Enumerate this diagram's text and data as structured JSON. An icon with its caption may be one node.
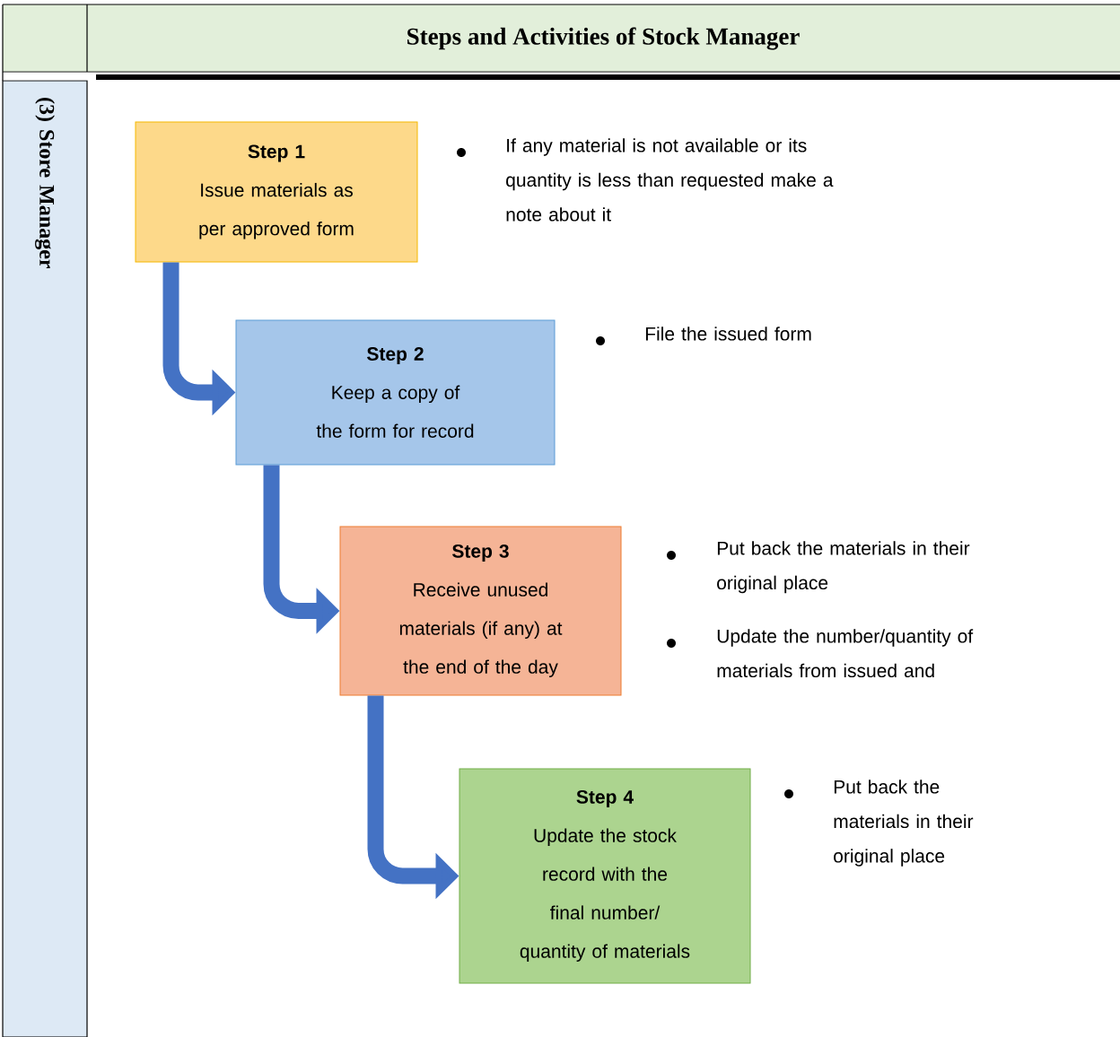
{
  "diagram": {
    "title": "Steps and Activities of Stock Manager",
    "nodes": [
      {
        "text": [
          "(3) Store Manager"
        ]
      },
      {
        "text": [
          "Step 1",
          "Issue materials as per approved form"
        ]
      },
      {
        "text": [
          "Step 2",
          "Keep a copy of the form for record"
        ]
      },
      {
        "text": [
          "Step 3",
          "Receive unused materials (if any) at the end of the day"
        ]
      },
      {
        "text": [
          "Step 4",
          "Update the stock record with the final number/ quantity of materials"
        ]
      }
    ],
    "edges": [
      {
        "from": 1,
        "to": 2,
        "arrow": "to"
      },
      {
        "from": 2,
        "to": 3,
        "arrow": "to"
      },
      {
        "from": 3,
        "to": 4,
        "arrow": "to"
      }
    ],
    "labels": [
      "If any material is not available or its quantity is less than requested make a note about it",
      "File the issued form",
      "Put back the materials in their original place",
      "Update the number/quantity of materials from issued and",
      "Put back the materials in their original place"
    ]
  }
}
